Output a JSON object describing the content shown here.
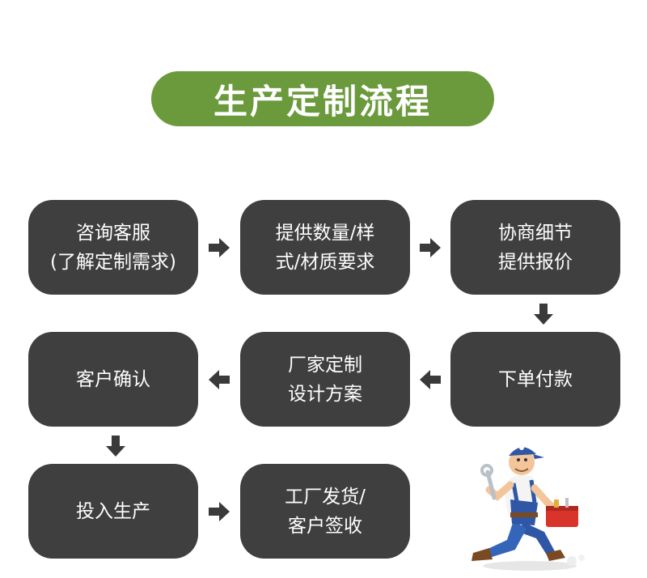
{
  "title": "生产定制流程",
  "steps": {
    "consult": [
      "咨询客服",
      "(了解定制需求)"
    ],
    "provide": [
      "提供数量/样",
      "式/材质要求"
    ],
    "negotiate": [
      "协商细节",
      "提供报价"
    ],
    "order": [
      "下单付款"
    ],
    "design": [
      "厂家定制",
      "设计方案"
    ],
    "confirm": [
      "客户确认"
    ],
    "produce": [
      "投入生产"
    ],
    "ship": [
      "工厂发货/",
      "客户签收"
    ]
  },
  "colors": {
    "title_bg": "#6a9a3c",
    "box_bg": "#3f3f3f",
    "arrow": "#3a3a3a"
  },
  "icons": [
    "arrow-right-icon",
    "arrow-down-icon",
    "arrow-left-icon",
    "mascot-runner-icon"
  ]
}
